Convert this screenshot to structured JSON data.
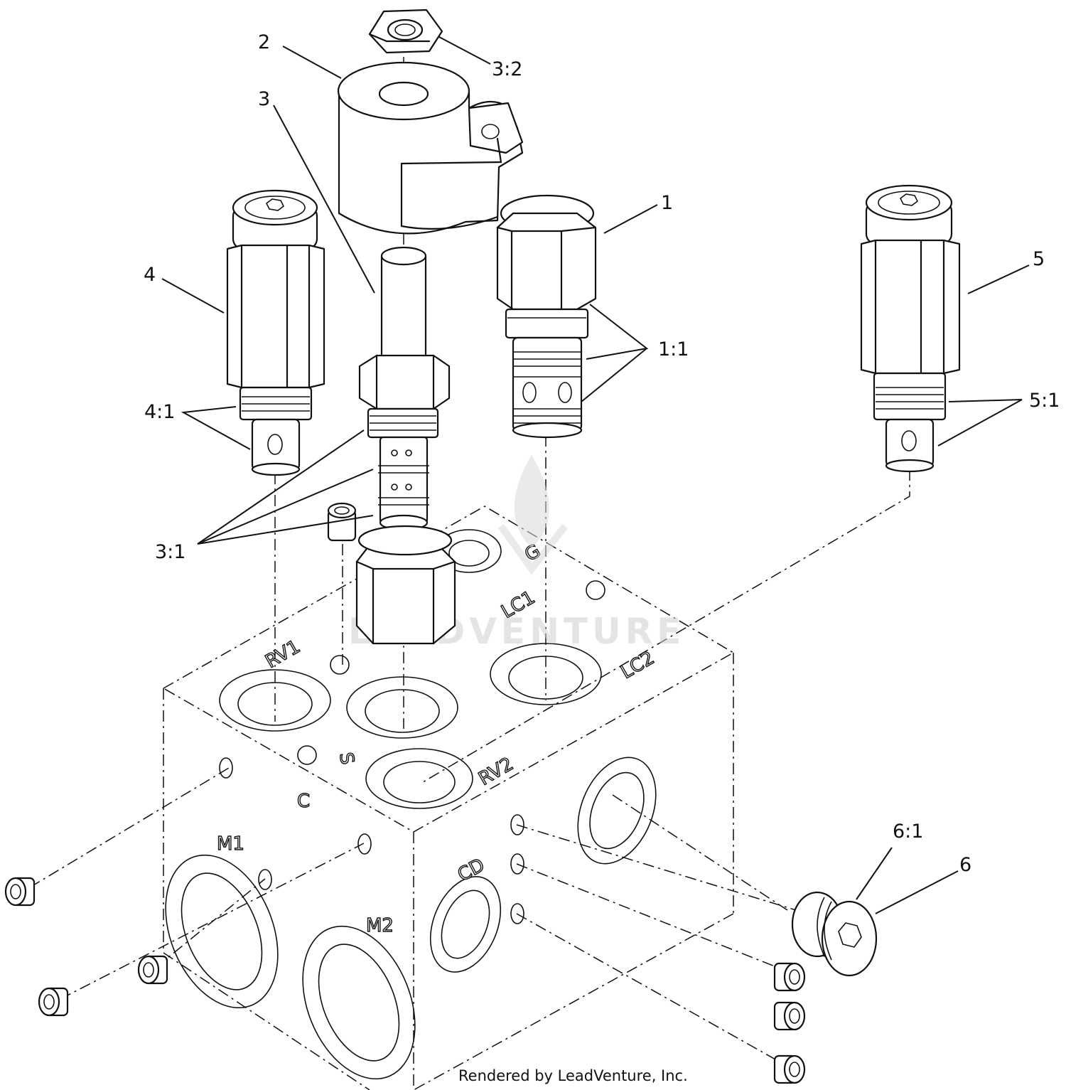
{
  "callouts": {
    "c1": "1",
    "c1_1": "1:1",
    "c2": "2",
    "c3": "3",
    "c3_1": "3:1",
    "c3_2": "3:2",
    "c4": "4",
    "c4_1": "4:1",
    "c5": "5",
    "c5_1": "5:1",
    "c6": "6",
    "c6_1": "6:1"
  },
  "ports": {
    "rv1": "RV1",
    "s": "S",
    "lc1": "LC1",
    "g": "G",
    "lc2": "LC2",
    "rv2": "RV2",
    "c": "C",
    "m1": "M1",
    "m2": "M2",
    "cd": "CD"
  },
  "watermark": "LEADVENTURE",
  "credit": "Rendered by LeadVenture, Inc."
}
